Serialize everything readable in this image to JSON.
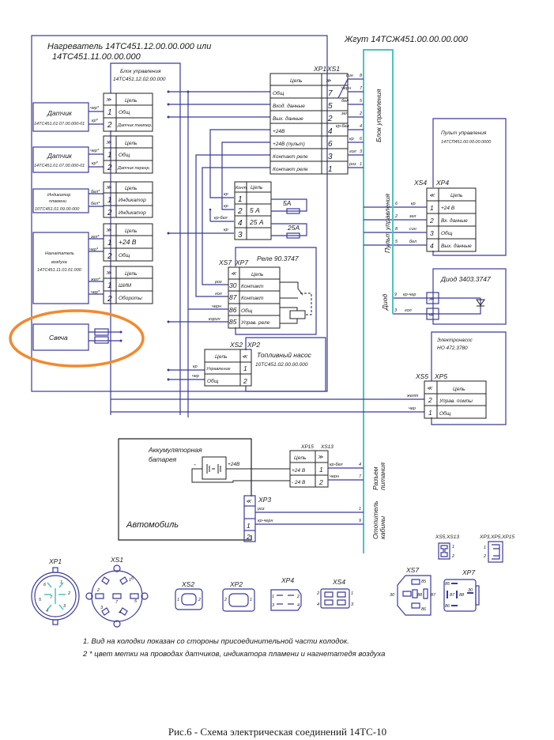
{
  "title": {
    "line1": "Нагреватель 14ТС451.12.00.00.000 или",
    "line2": "14ТС451.11.00.00.000"
  },
  "harness": {
    "title": "Жгут 14ТСЖ451.00.00.00.000",
    "branch_control": "Блок управления",
    "branch_panel": "Пульт управления",
    "branch_diode": "Диод",
    "branch_power_1": "Разъем",
    "branch_power_2": "питания",
    "branch_cab_1": "Отопитель",
    "branch_cab_2": "кабины"
  },
  "control_unit": {
    "title": "Блок управления",
    "code": "14ТС451.12.02.00.000"
  },
  "header": "Цепь",
  "sensor1": {
    "name": "Датчик",
    "code": "14ТС451.01.07.00.000-01",
    "wires": [
      "чер*",
      "кр*"
    ],
    "pins": [
      {
        "n": "1",
        "label": "Общ"
      },
      {
        "n": "2",
        "label": "Датчик темпер."
      }
    ]
  },
  "sensor2": {
    "name": "Датчик",
    "code": "14ТС451.01.07.00.000-01",
    "wires": [
      "чер*",
      "кр*"
    ],
    "pins": [
      {
        "n": "1",
        "label": "Общ"
      },
      {
        "n": "2",
        "label": "Датчик перегр."
      }
    ]
  },
  "indicator": {
    "name1": "Индикатор",
    "name2": "пламени",
    "code": "10ТС451.01.09.00.000",
    "wires": [
      "бел*",
      "бел*"
    ],
    "pins": [
      {
        "n": "1",
        "label": "Индикатор"
      },
      {
        "n": "2",
        "label": "Индикатор"
      }
    ]
  },
  "blower": {
    "name1": "Нагнетатель",
    "name2": "воздуха",
    "code": "14ТС451.11.01.01.000",
    "wires": [
      "зел*",
      "чер*",
      "жел*",
      "чер*"
    ],
    "pins_a": [
      {
        "n": "1",
        "label": "+24 В"
      },
      {
        "n": "2",
        "label": "Общ"
      }
    ],
    "pins_b": [
      {
        "n": "1",
        "label": "ШИМ"
      },
      {
        "n": "2",
        "label": "Обороты"
      }
    ]
  },
  "glow_plug": {
    "name": "Свеча",
    "highlight_color": "#f08a30"
  },
  "xp1": {
    "labels": [
      "XP1",
      "XS1"
    ],
    "rows": [
      {
        "label": "Общ",
        "pin": "7",
        "wire": "черн",
        "hpin": "7"
      },
      {
        "label": "Вход. данные",
        "pin": "5",
        "wire": "бел",
        "hpin": "5"
      },
      {
        "label": "Вых. данные",
        "pin": "2",
        "wire": "зел",
        "hpin": "2"
      },
      {
        "label": "+24В",
        "pin": "4",
        "wire": "кр-бел",
        "hpin": "4"
      },
      {
        "label": "+24В (пульт)",
        "pin": "6",
        "wire": "кр",
        "hpin": "6"
      },
      {
        "label": "Контакт реле",
        "pin": "3",
        "wire": "гол",
        "hpin": "3"
      },
      {
        "label": "Контакт реле",
        "pin": "1",
        "wire": "роз",
        "hpin": "1"
      }
    ],
    "extra_wire": "син",
    "extra_pin": "8"
  },
  "fuses": {
    "col1": "Конт.",
    "col2": "Цепь",
    "rows": [
      {
        "n": "1",
        "label": "",
        "wire": "кр"
      },
      {
        "n": "2",
        "label": "5 А",
        "wire": "кр"
      },
      {
        "n": "4",
        "label": "25 А",
        "wire": "кр-бел"
      },
      {
        "n": "3",
        "label": "",
        "wire": "кр"
      }
    ],
    "fuse1": "5А",
    "fuse2": "25А"
  },
  "relay": {
    "title": "Реле  90.3747",
    "labels": [
      "XS7",
      "XP7"
    ],
    "rows": [
      {
        "n": "30",
        "label": "Контакт",
        "wire": "роз"
      },
      {
        "n": "87",
        "label": "Контакт",
        "wire": "гол"
      },
      {
        "n": "86",
        "label": "Общ",
        "wire": "черн"
      },
      {
        "n": "85",
        "label": "Управ. реле",
        "wire": "корич"
      }
    ]
  },
  "fuel_pump": {
    "title": "Топливный насос",
    "code": "10ТС451.02.00.00.000",
    "labels": [
      "XS2",
      "XP2"
    ],
    "rows": [
      {
        "n": "1",
        "label": "Управление",
        "wire": "кр"
      },
      {
        "n": "2",
        "label": "Общ",
        "wire": "чер"
      }
    ]
  },
  "panel": {
    "title": "Пульт управления",
    "code": "14ТСП451.00.00.00.0000",
    "labels": [
      "XS4",
      "XP4"
    ],
    "rows": [
      {
        "n": "1",
        "label": "+24  В",
        "wire": "кр",
        "hpin": "6"
      },
      {
        "n": "2",
        "label": "Вх. данные",
        "wire": "зел",
        "hpin": "2"
      },
      {
        "n": "3",
        "label": "Общ",
        "wire": "син",
        "hpin": "8"
      },
      {
        "n": "4",
        "label": "Вых. данные",
        "wire": "бел",
        "hpin": "5"
      }
    ]
  },
  "diode": {
    "title": "Диод 3403.3747",
    "wires": [
      {
        "wire": "кр-чер",
        "hpin": "9"
      },
      {
        "wire": "гол",
        "hpin": "3"
      }
    ]
  },
  "electropump": {
    "title": "Электронасос",
    "code": "НО 472.3780",
    "labels": [
      "XS5",
      "XP5"
    ],
    "rows": [
      {
        "n": "2",
        "label": "Управ. помпы",
        "wire": "желт"
      },
      {
        "n": "1",
        "label": "Общ",
        "wire": "чер"
      }
    ]
  },
  "vehicle": {
    "name": "Автомобиль",
    "battery1": "Аккумуляторная",
    "battery2": "батарея",
    "minus": "-",
    "plus": "+24В",
    "xp15": {
      "labels": [
        "XP15",
        "XS13"
      ],
      "rows": [
        {
          "label": "+24  В",
          "n": "1",
          "wire": "кр-бел",
          "hpin": "4"
        },
        {
          "label": "- 24  В",
          "n": "2",
          "wire": "черн",
          "hpin": "7"
        }
      ]
    },
    "xp3": {
      "label": "XP3",
      "rows": [
        {
          "n": "1",
          "wire": "роз",
          "hpin": "1"
        },
        {
          "n": "2",
          "wire": "кр-черн",
          "hpin": "9"
        }
      ]
    }
  },
  "connectors": {
    "xp1": {
      "label": "XP1",
      "pins": [
        "1",
        "2",
        "3",
        "4",
        "5",
        "6",
        "7"
      ]
    },
    "xs1": {
      "label": "XS1",
      "pins": [
        "1",
        "2",
        "3",
        "4",
        "5",
        "6",
        "7"
      ]
    },
    "xs2": {
      "label": "XS2",
      "pins": [
        "1",
        "2"
      ]
    },
    "xp2": {
      "label": "XP2",
      "pins": [
        "2",
        "1"
      ]
    },
    "xp4": {
      "label": "XP4",
      "pins": [
        "1",
        "2",
        "3",
        "4"
      ]
    },
    "xs4": {
      "label": "XS4",
      "pins": [
        "2",
        "1",
        "4",
        "3"
      ]
    },
    "xs7": {
      "label": "XS7",
      "pins": [
        "85",
        "30",
        "88",
        "87",
        "86"
      ]
    },
    "xp7": {
      "label": "XP7",
      "pins": [
        "85",
        "87",
        "88",
        "30",
        "86"
      ]
    },
    "xs5": {
      "label": "XS5,XS13",
      "pins": [
        "1",
        "2"
      ]
    },
    "xp3": {
      "label": "XP3,XP5,XP15",
      "pins": [
        "1",
        "2"
      ]
    }
  },
  "notes": [
    "1. Вид на колодки показан со стороны присоединительной части колодок.",
    "2 *  цвет метки на проводах датчиков, индикатора пламени и нагнетатедя воздуха"
  ],
  "caption": "Рис.6 - Схема электрическая соединений 14ТС-10",
  "colors": {
    "wire": "#3b3b98",
    "harness": "#4cc3c3",
    "highlight": "#f08a30"
  }
}
